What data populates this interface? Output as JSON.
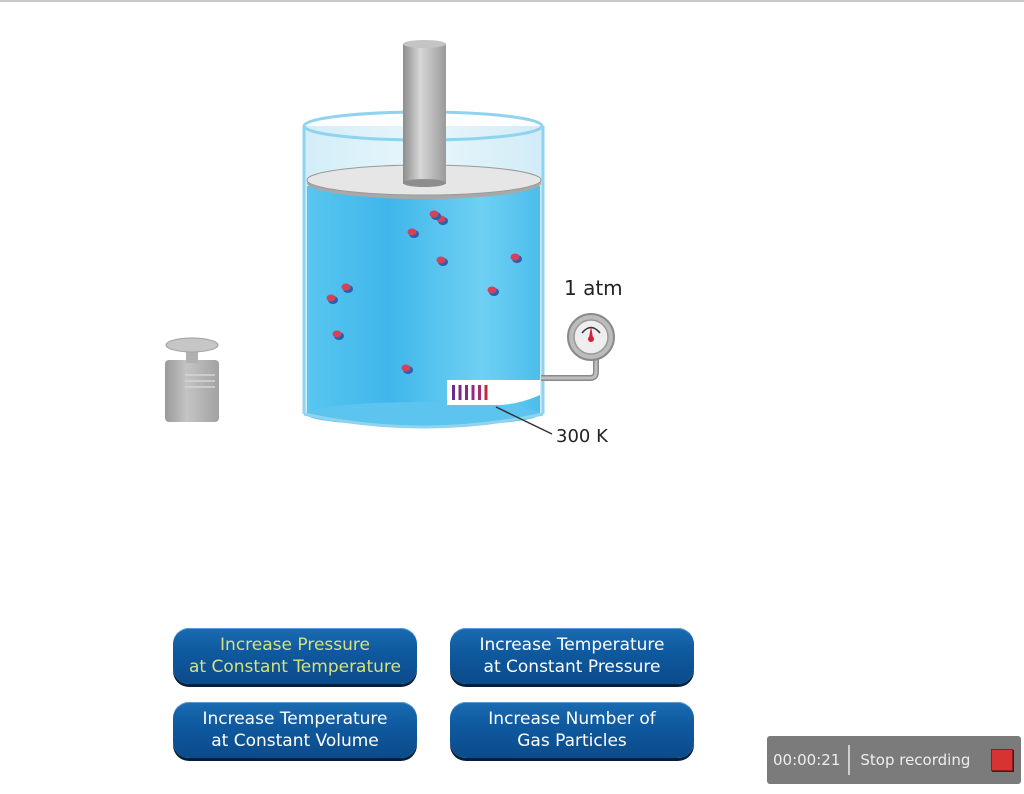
{
  "simulation": {
    "pressure_label": "1 atm",
    "temperature_label": "300 K",
    "particle_count": 10,
    "colors": {
      "gas": "#4fc2ee",
      "piston": "#c9c9c9",
      "particle": "#d2435a",
      "thermometer": "#7a1f8a"
    }
  },
  "buttons": [
    {
      "line1": "Increase Pressure",
      "line2": "at Constant Temperature",
      "active": true
    },
    {
      "line1": "Increase Temperature",
      "line2": "at Constant Pressure",
      "active": false
    },
    {
      "line1": "Increase Temperature",
      "line2": "at Constant Volume",
      "active": false
    },
    {
      "line1": "Increase Number of",
      "line2": "Gas Particles",
      "active": false
    }
  ],
  "recorder": {
    "elapsed": "00:00:21",
    "stop_label": "Stop recording",
    "stop_icon": "stop-square-icon",
    "accent": "#d93232"
  }
}
